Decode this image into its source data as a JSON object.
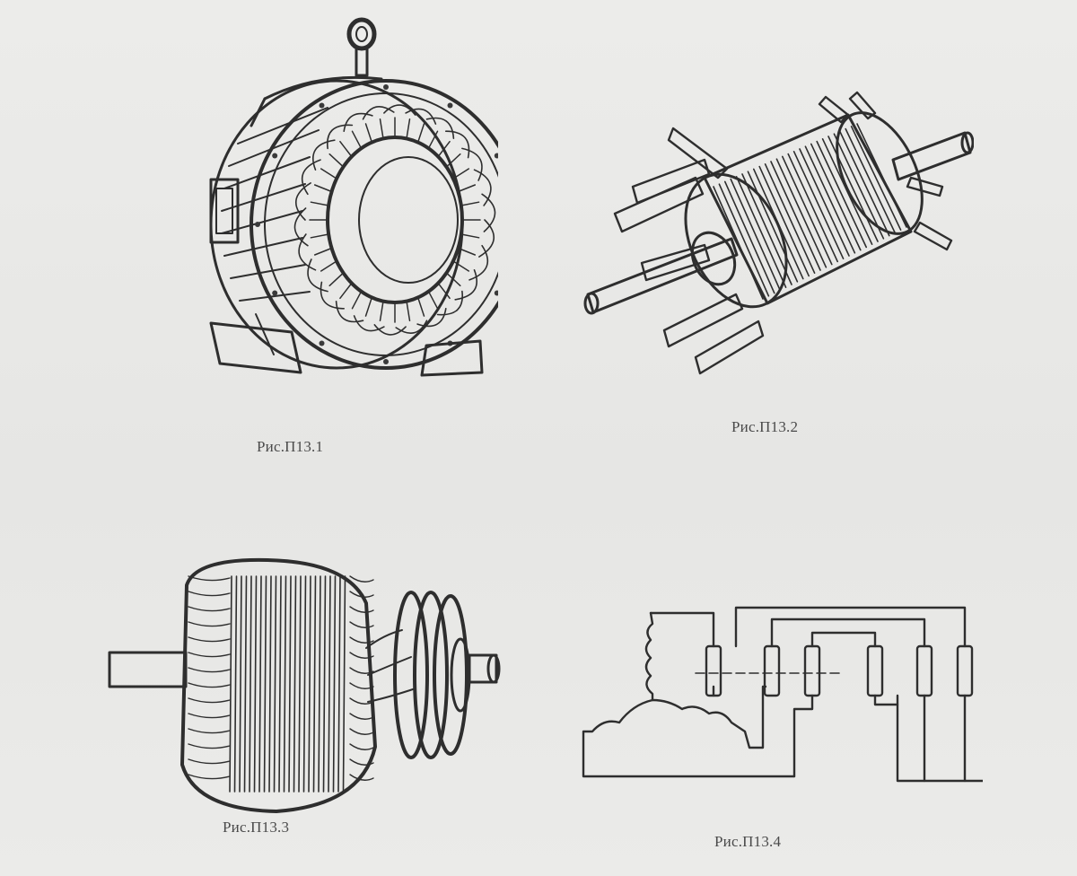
{
  "figures": [
    {
      "id": "stator",
      "caption": "Рис.П13.1"
    },
    {
      "id": "squirrel-cage-rotor",
      "caption": "Рис.П13.2"
    },
    {
      "id": "wound-rotor",
      "caption": "Рис.П13.3"
    },
    {
      "id": "slip-ring-circuit",
      "caption": "Рис.П13.4"
    }
  ],
  "colors": {
    "ink": "#2e2e2e",
    "paper": "#e9e9e7"
  }
}
